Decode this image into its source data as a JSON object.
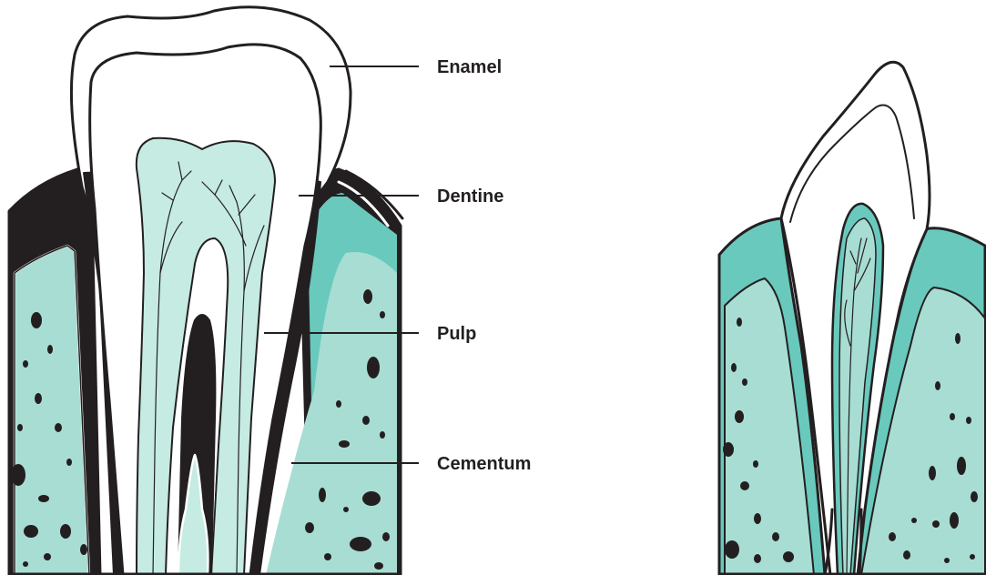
{
  "labels": {
    "enamel": "Enamel",
    "dentine": "Dentine",
    "pulp": "Pulp",
    "cementum": "Cementum"
  },
  "colors": {
    "bone_light": "#a8ddd3",
    "gum_teal": "#69c9bd",
    "pulp_mint": "#c5ebe3",
    "outline": "#231f20",
    "enamel": "#ffffff"
  }
}
